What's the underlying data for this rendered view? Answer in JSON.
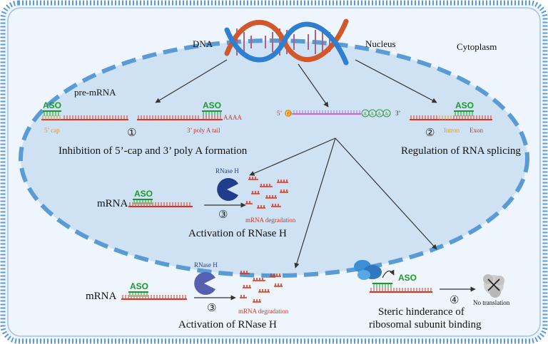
{
  "labels": {
    "dna": "DNA",
    "nucleus": "Nucleus",
    "cytoplasm": "Cytoplasm",
    "pre_mrna": "pre-mRNA",
    "aso": "ASO",
    "five_cap": "5’ cap",
    "poly_a": "3’ poly A tail",
    "aaaa": "AAAA",
    "num1": "①",
    "num2": "②",
    "num3": "③",
    "num4": "④",
    "inhibition": "Inhibition of 5’-cap and 3’ poly A formation",
    "regulation": "Regulation of RNA splicing",
    "five_prime": "5’",
    "three_prime": "3’",
    "cap_g": "G",
    "a_letter": "A",
    "intron": "Intron",
    "exon": "Exon",
    "rnase_h": "RNase H",
    "mrna": "mRNA",
    "mrna_degradation": "mRNA degradation",
    "activation": "Activation of RNase H",
    "steric_1": "Steric hinderance of",
    "steric_2": "ribosomal subunit binding",
    "no_translation": "No translation"
  },
  "colors": {
    "cell_fill": "#eef5fc",
    "cell_border": "#5b9bd5",
    "nucleus_fill": "#cfe2f3",
    "nucleus_dash": "#5b9bd5",
    "rna_red": "#d8341f",
    "aso_green": "#1a9a2a",
    "intron_orange": "#e0962b",
    "rnase_blue": "#1f3d8a",
    "ribosome_blue": "#3b8fd6",
    "dna_orange": "#d2572a",
    "dna_blue": "#2f7fd0"
  }
}
